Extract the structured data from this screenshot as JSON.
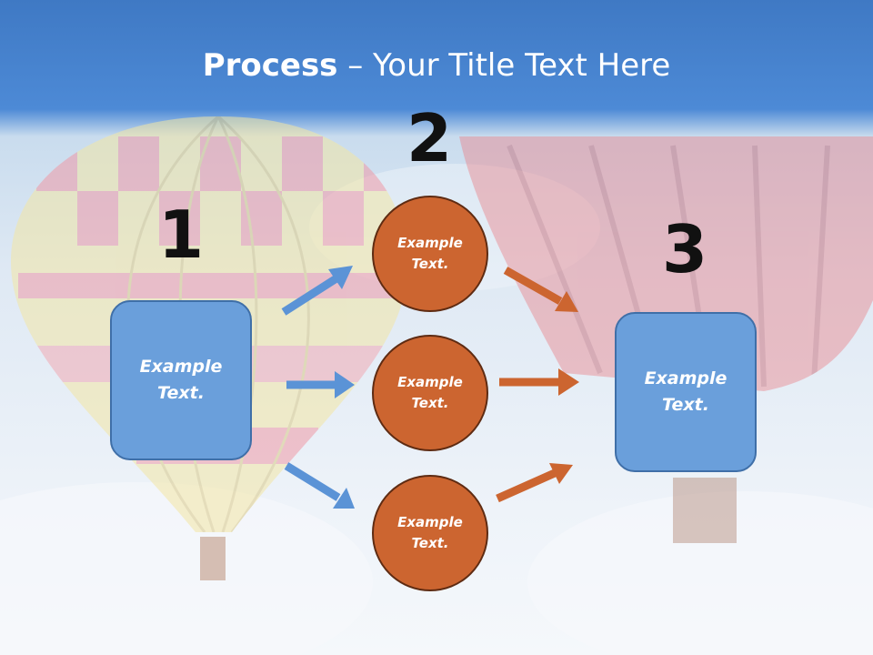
{
  "title": {
    "bold": "Process",
    "rest": " – Your Title Text Here"
  },
  "steps": [
    {
      "number": "1",
      "box_text": "Example\nText."
    },
    {
      "number": "2",
      "circles": [
        "Example\nText.",
        "Example\nText.",
        "Example\nText."
      ]
    },
    {
      "number": "3",
      "box_text": "Example\nText."
    }
  ],
  "colors": {
    "box_fill": "#6a9fdb",
    "box_border": "#3f6fa8",
    "circle_fill": "#cc6530",
    "circle_border": "#5e2b12",
    "arrow_blue": "#5b93d6",
    "arrow_orange": "#cc6530"
  }
}
